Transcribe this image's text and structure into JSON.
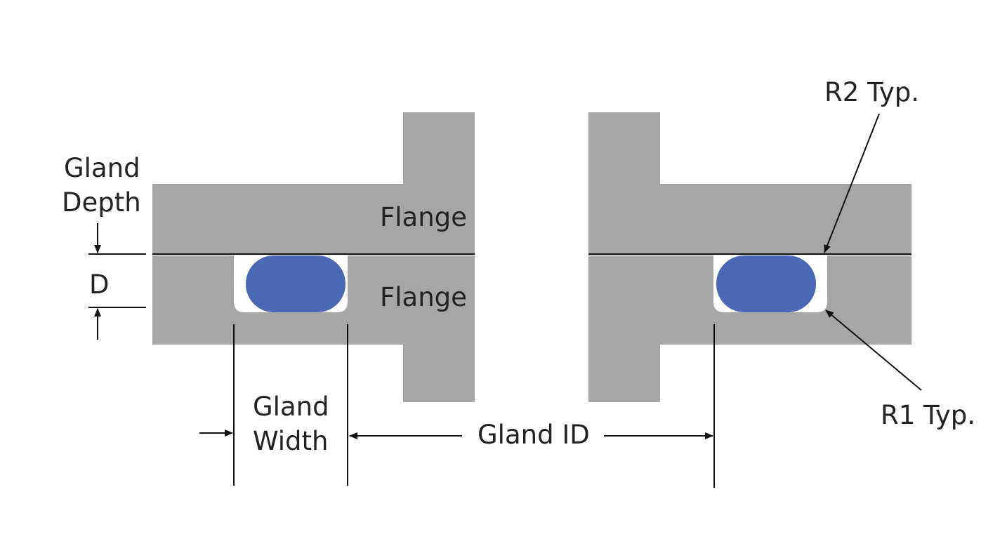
{
  "diagram": {
    "labels": {
      "flange_upper": "Flange",
      "flange_lower": "Flange",
      "gland_depth_line1": "Gland",
      "gland_depth_line2": "Depth",
      "depth_symbol": "D",
      "gland_width_line1": "Gland",
      "gland_width_line2": "Width",
      "gland_id": "Gland ID",
      "r1": "R1 Typ.",
      "r2": "R2 Typ."
    },
    "colors": {
      "flange": "#a6a6a6",
      "oring": "#4a68b3",
      "groove": "#ffffff",
      "line": "#111111",
      "text": "#222222"
    }
  }
}
